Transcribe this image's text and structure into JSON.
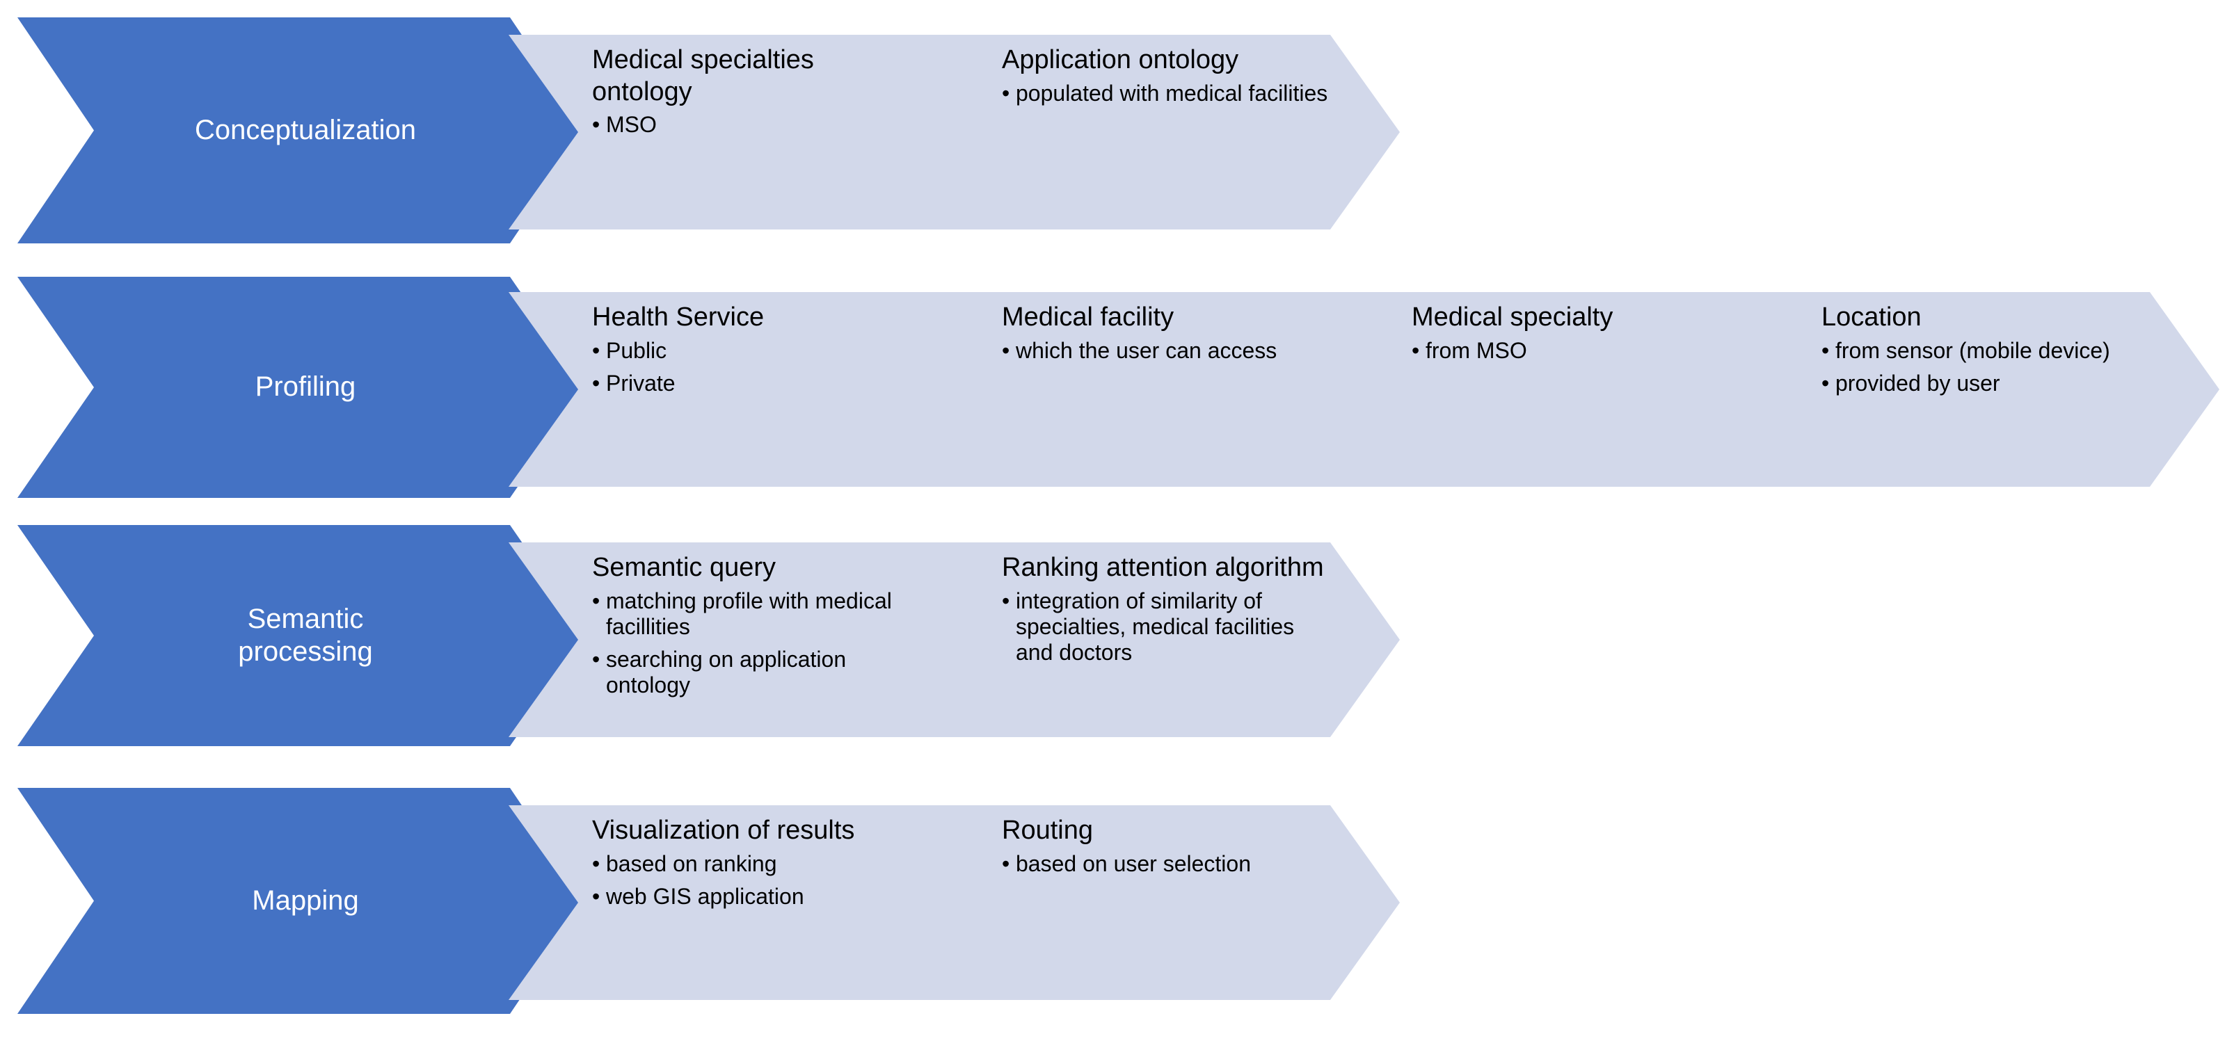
{
  "diagram": {
    "type": "process-chevron-diagram",
    "colors": {
      "stage_fill": "#4472C4",
      "stage_text": "#FFFFFF",
      "step_fill": "#D2D8EA",
      "step_text": "#000000",
      "background": "#FFFFFF"
    },
    "rows": [
      {
        "stage": {
          "label": "Conceptualization"
        },
        "steps": [
          {
            "title": "Medical specialties ontology",
            "bullets": [
              "MSO"
            ]
          },
          {
            "title": "Application ontology",
            "bullets": [
              "populated with medical facilities"
            ]
          }
        ]
      },
      {
        "stage": {
          "label": "Profiling"
        },
        "steps": [
          {
            "title": "Health Service",
            "bullets": [
              "Public",
              "Private"
            ]
          },
          {
            "title": "Medical facility",
            "bullets": [
              "which the user can access"
            ]
          },
          {
            "title": "Medical specialty",
            "bullets": [
              "from MSO"
            ]
          },
          {
            "title": "Location",
            "bullets": [
              "from sensor (mobile device)",
              "provided by user"
            ]
          }
        ]
      },
      {
        "stage": {
          "label": "Semantic\nprocessing"
        },
        "steps": [
          {
            "title": "Semantic query",
            "bullets": [
              "matching profile with medical facillities",
              "searching on application ontology"
            ]
          },
          {
            "title": "Ranking attention algorithm",
            "bullets": [
              "integration of similarity of specialties, medical facilities and doctors"
            ]
          }
        ]
      },
      {
        "stage": {
          "label": "Mapping"
        },
        "steps": [
          {
            "title": "Visualization of results",
            "bullets": [
              "based on ranking",
              "web GIS application"
            ]
          },
          {
            "title": "Routing",
            "bullets": [
              "based on user selection"
            ]
          }
        ]
      }
    ]
  }
}
